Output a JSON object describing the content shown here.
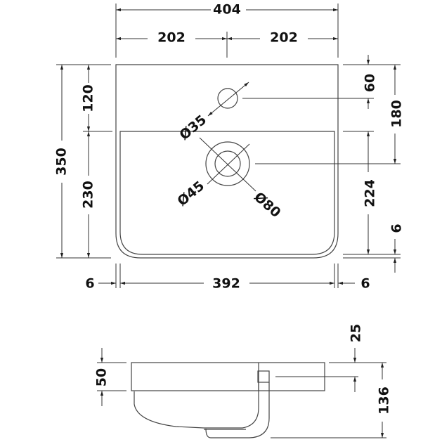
{
  "plan_view": {
    "overall_width": "404",
    "half_width_left": "202",
    "half_width_right": "202",
    "overall_depth": "350",
    "deck_depth": "120",
    "basin_depth": "230",
    "tap_hole_offset": "60",
    "waste_offset": "180",
    "basin_inner_depth": "224",
    "front_rim": "6",
    "basin_width": "392",
    "left_rim": "6",
    "right_rim": "6",
    "tap_hole_diameter": "Ø35",
    "waste_inner_diameter": "Ø45",
    "waste_outer_diameter": "Ø80"
  },
  "side_view": {
    "rim_height": "50",
    "overflow_height": "25",
    "overall_height": "136"
  },
  "colors": {
    "line": "#333333",
    "background": "#ffffff"
  }
}
